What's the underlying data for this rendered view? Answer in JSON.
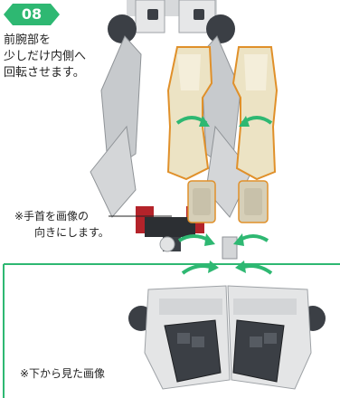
{
  "step": {
    "number": "08",
    "badge_color": "#2eb872"
  },
  "instruction": {
    "lines": [
      "前腕部を",
      "少しだけ内側へ",
      "回転させます。"
    ]
  },
  "wrist_note": {
    "lines": [
      "※手首を画像の",
      "向きにします。"
    ]
  },
  "bottom_note": {
    "text": "※下から見た画像"
  },
  "colors": {
    "accent_green": "#2eb872",
    "highlight_orange": "#e0902a",
    "armor_white": "#ececec",
    "armor_shadow": "#b9bcbf",
    "dark_part": "#3b3f45",
    "red_part": "#b4232a",
    "highlight_cream": "#ece3c4"
  },
  "icons": [
    "rotate-inward-arrow-icon",
    "rotate-inward-arrow-icon"
  ]
}
